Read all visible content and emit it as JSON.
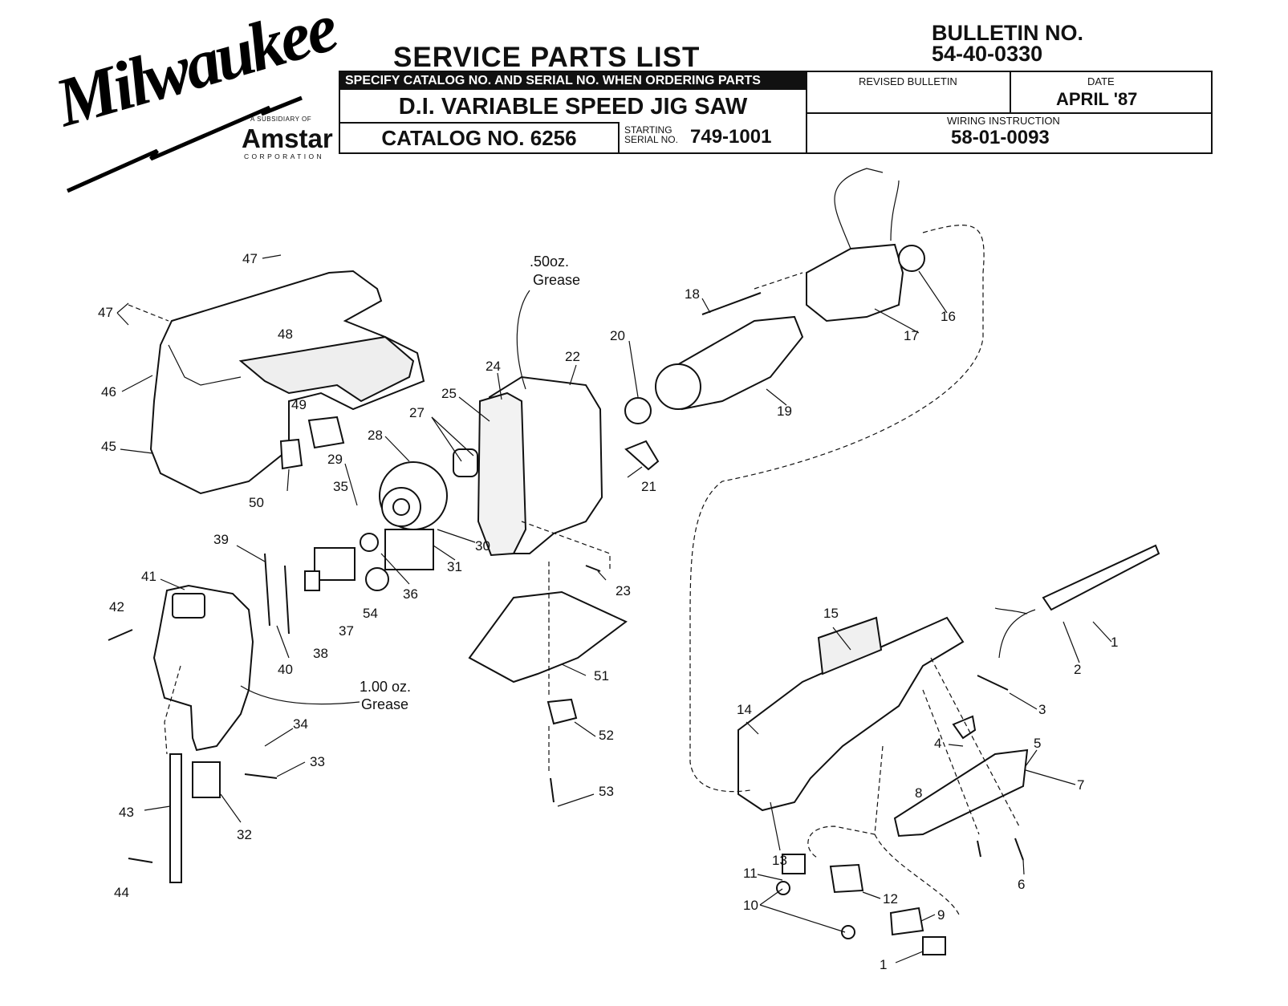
{
  "brand": {
    "logo_text": "Milwaukee",
    "subsidiary_text": "A SUBSIDIARY OF",
    "parent_name": "Amstar",
    "corporation_text": "CORPORATION"
  },
  "header": {
    "title": "SERVICE PARTS LIST",
    "bulletin_label": "BULLETIN NO.",
    "bulletin_no": "54-40-0330",
    "specify_note": "SPECIFY CATALOG NO. AND SERIAL NO. WHEN ORDERING PARTS",
    "model": "D.I. VARIABLE SPEED JIG SAW",
    "catalog": "CATALOG NO. 6256",
    "serial_label_1": "STARTING",
    "serial_label_2": "SERIAL NO.",
    "serial_no": "749-1001",
    "revised_label": "REVISED BULLETIN",
    "date_label": "DATE",
    "date_value": "APRIL '87",
    "wiring_label": "WIRING INSTRUCTION",
    "wiring_value": "58-01-0093"
  },
  "notes": {
    "grease_top_amount": ".50oz.",
    "grease_top_label": "Grease",
    "grease_bottom_amount": "1.00 oz.",
    "grease_bottom_label": "Grease"
  },
  "callouts": [
    "47",
    "47",
    "48",
    "46",
    "49",
    "45",
    "50",
    "29",
    "35",
    "28",
    "27",
    "25",
    "24",
    "22",
    "30",
    "31",
    "36",
    "54",
    "37",
    "38",
    "39",
    "41",
    "42",
    "40",
    "34",
    "33",
    "32",
    "43",
    "44",
    "18",
    "20",
    "19",
    "17",
    "16",
    "21",
    "23",
    "51",
    "52",
    "53",
    "15",
    "1",
    "2",
    "3",
    "14",
    "4",
    "5",
    "7",
    "8",
    "13",
    "11",
    "12",
    "10",
    "9",
    "1",
    "6"
  ]
}
